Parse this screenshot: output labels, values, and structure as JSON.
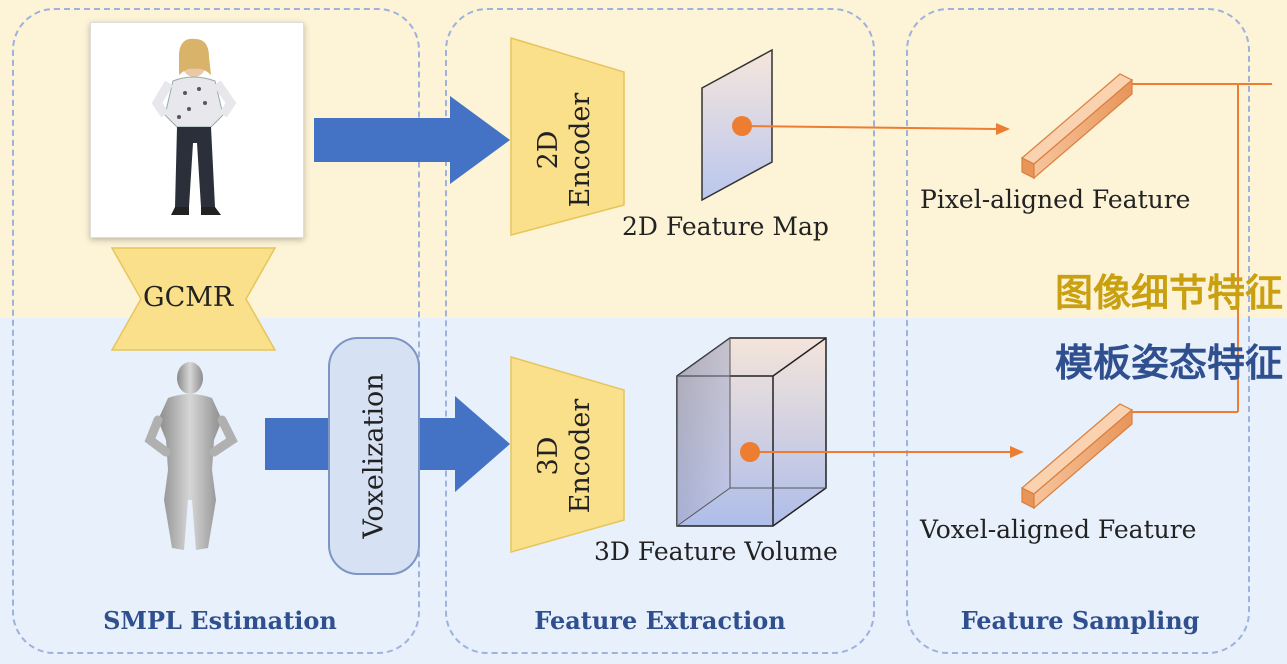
{
  "panels": {
    "smpl": "SMPL Estimation",
    "extraction": "Feature Extraction",
    "sampling": "Feature Sampling"
  },
  "labels": {
    "gcmr": "GCMR",
    "voxelization": "Voxelization",
    "encoder_2d_line1": "2D",
    "encoder_2d_line2": "Encoder",
    "encoder_3d_line1": "3D",
    "encoder_3d_line2": "Encoder",
    "feature_map_2d": "2D Feature Map",
    "feature_volume_3d": "3D Feature Volume",
    "pixel_aligned": "Pixel-aligned Feature",
    "voxel_aligned": "Voxel-aligned Feature"
  },
  "chinese": {
    "image_detail": "图像细节特征",
    "template_pose": "模板姿态特征"
  },
  "colors": {
    "top_band": "#fdf3d7",
    "bottom_band": "#e7f0fb",
    "arrow_blue": "#4472c4",
    "encoder_yellow": "#fbe08c",
    "feature_orange": "#ed7d31",
    "chinese_gold": "#c9a010",
    "chinese_blue": "#2f4f8f"
  }
}
